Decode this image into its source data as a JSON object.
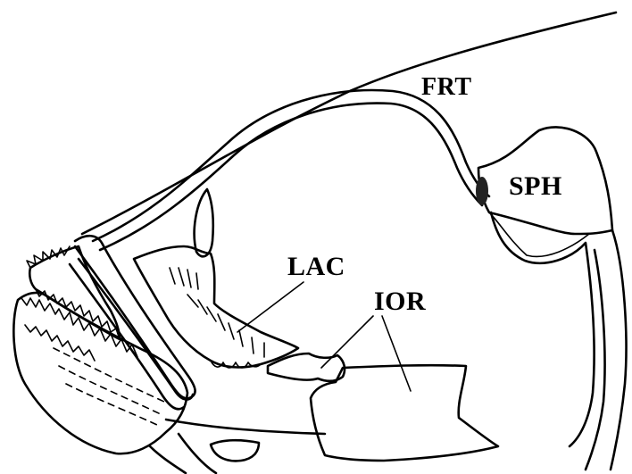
{
  "figure": {
    "labels": {
      "frt": "FRT",
      "sph": "SPH",
      "lac": "LAC",
      "ior": "IOR"
    },
    "colors": {
      "ink": "#000000",
      "background": "#ffffff"
    }
  }
}
